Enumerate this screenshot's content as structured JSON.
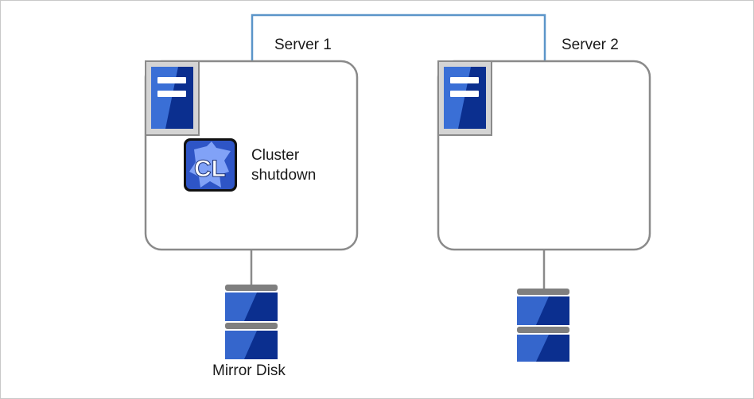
{
  "diagram": {
    "server1": {
      "label": "Server 1"
    },
    "server2": {
      "label": "Server 2"
    },
    "cluster": {
      "icon_text": "CL",
      "label_line1": "Cluster",
      "label_line2": "shutdown"
    },
    "disk1": {
      "label": "Mirror Disk"
    },
    "colors": {
      "network_line": "#5b95c9",
      "server_border": "#8a8a8a",
      "server_icon_bg": "#d4d4d4",
      "blue": "#2f5fc4",
      "blue_dark": "#0b2f8f",
      "disk_separator": "#7f7f7f"
    }
  }
}
